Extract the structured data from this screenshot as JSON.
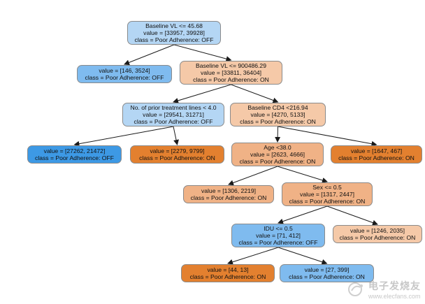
{
  "colors": {
    "dark_blue": "#3d99e5",
    "mid_blue": "#7fbbef",
    "light_blue": "#b4d6f4",
    "dark_orange": "#e3802f",
    "mid_orange": "#f0b286",
    "light_orange": "#f5c9a8",
    "edge": "#1a1a1a"
  },
  "tree": {
    "nodes": [
      {
        "id": "n0",
        "lines": [
          "Baseline VL <= 45.68",
          "value = [33957, 39928]",
          "class = Poor Adherence: OFF"
        ],
        "fill": "light_blue"
      },
      {
        "id": "n1",
        "lines": [
          "value = [146, 3524]",
          "class = Poor Adherence: OFF"
        ],
        "fill": "mid_blue"
      },
      {
        "id": "n2",
        "lines": [
          "Baseline VL <= 900486.29",
          "value = [33811, 36404]",
          "class = Poor Adherence: ON"
        ],
        "fill": "light_orange"
      },
      {
        "id": "n3",
        "lines": [
          "No. of prior treatment lines < 4.0",
          "value = [29541, 31271]",
          "class = Poor Adherence: OFF"
        ],
        "fill": "light_blue"
      },
      {
        "id": "n4",
        "lines": [
          "Baseline CD4 <216.94",
          "value = [4270, 5133]",
          "class = Poor Adherence: ON"
        ],
        "fill": "light_orange"
      },
      {
        "id": "n5",
        "lines": [
          "value = [27262, 21472]",
          "class = Poor Adherence: OFF"
        ],
        "fill": "dark_blue"
      },
      {
        "id": "n6",
        "lines": [
          "value = [2279, 9799]",
          "class = Poor Adherence: ON"
        ],
        "fill": "dark_orange"
      },
      {
        "id": "n7",
        "lines": [
          "Age <38.0",
          "value = [2623, 4666]",
          "class = Poor Adherence: ON"
        ],
        "fill": "mid_orange"
      },
      {
        "id": "n8",
        "lines": [
          "value = [1647, 467]",
          "class = Poor Adherence: ON"
        ],
        "fill": "dark_orange"
      },
      {
        "id": "n9",
        "lines": [
          "value = [1306, 2219]",
          "class = Poor Adherence: ON"
        ],
        "fill": "mid_orange"
      },
      {
        "id": "n10",
        "lines": [
          "Sex <= 0.5",
          "value = [1317, 2447]",
          "class = Poor Adherence: ON"
        ],
        "fill": "mid_orange"
      },
      {
        "id": "n11",
        "lines": [
          "IDU <= 0.5",
          "value = [71, 412]",
          "class = Poor Adherence: OFF"
        ],
        "fill": "mid_blue"
      },
      {
        "id": "n12",
        "lines": [
          "value = [1246, 2035]",
          "class = Poor Adherence: ON"
        ],
        "fill": "light_orange"
      },
      {
        "id": "n13",
        "lines": [
          "value = [44, 13]",
          "class = Poor Adherence: ON"
        ],
        "fill": "dark_orange"
      },
      {
        "id": "n14",
        "lines": [
          "value = [27, 399]",
          "class = Poor Adherence: ON"
        ],
        "fill": "mid_blue"
      }
    ],
    "edges": [
      [
        "n0",
        "n1"
      ],
      [
        "n0",
        "n2"
      ],
      [
        "n2",
        "n3"
      ],
      [
        "n2",
        "n4"
      ],
      [
        "n3",
        "n5"
      ],
      [
        "n3",
        "n6"
      ],
      [
        "n4",
        "n7"
      ],
      [
        "n4",
        "n8"
      ],
      [
        "n7",
        "n9"
      ],
      [
        "n7",
        "n10"
      ],
      [
        "n10",
        "n11"
      ],
      [
        "n10",
        "n12"
      ],
      [
        "n11",
        "n13"
      ],
      [
        "n11",
        "n14"
      ]
    ]
  },
  "watermark": {
    "text": "电子发烧友",
    "url": "www.elecfans.com"
  }
}
